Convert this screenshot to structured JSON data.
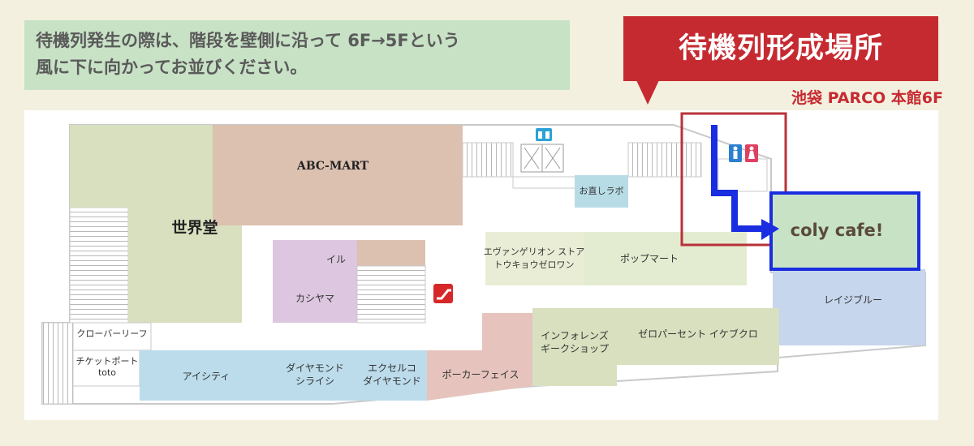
{
  "notice": {
    "line1": "待機列発生の際は、階段を壁側に沿って 6F→5Fという",
    "line2": "風に下に向かってお並びください。"
  },
  "banner": {
    "title": "待機列形成場所"
  },
  "location": {
    "label": "池袋 PARCO 本館6F"
  },
  "colors": {
    "banner": "#c62a31",
    "note_bg": "#c8e2c6",
    "highlight_border": "#1a2de0",
    "route": "#1a2de0"
  },
  "stores": {
    "abc_mart": "ABC-MART",
    "sekaido": "世界堂",
    "onaoshi": "お直しラボ",
    "evangelion_1": "エヴァンゲリオン ストア",
    "evangelion_2": "トウキョウゼロワン",
    "pop_mart": "ポップマート",
    "coly_cafe": "coly cafe!",
    "il": "イル",
    "kashiyama": "カシヤマ",
    "reigi_blue": "レイジブルー",
    "influence_1": "インフォレンズ",
    "influence_2": "ギークショップ",
    "zero_percent": "ゼロパーセント イケブクロ",
    "clover_leaf": "クローバーリーフ",
    "ticket_1": "チケットポート",
    "ticket_2": "toto",
    "icity": "アイシティ",
    "diamond_1": "ダイヤモンド",
    "diamond_2": "シライシ",
    "excelco_1": "エクセルコ",
    "excelco_2": "ダイヤモンド",
    "poker_face": "ポーカーフェイス"
  },
  "icons": [
    "elevator-icon",
    "restroom-icon",
    "escalator-icon",
    "route-arrow-icon"
  ]
}
